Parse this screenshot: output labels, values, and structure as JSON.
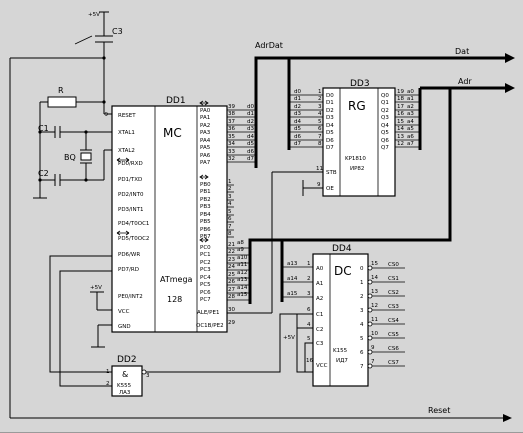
{
  "supplies": {
    "vcc_top": "+5V",
    "vcc_dd1": "+5V",
    "vcc_dd4": "+5V"
  },
  "passives": {
    "c3": "C3",
    "r": "R",
    "c1": "C1",
    "c2": "C2",
    "bq": "BQ"
  },
  "buses": {
    "adrdat": "AdrDat",
    "dat": "Dat",
    "adr": "Adr",
    "reset": "Reset"
  },
  "dd1": {
    "ref": "DD1",
    "func": "MC",
    "part1": "ATmega",
    "part2": "128",
    "left_pins": [
      {
        "n": "9",
        "label": "RESET"
      },
      {
        "n": "",
        "label": "XTAL1"
      },
      {
        "n": "",
        "label": "XTAL2"
      },
      {
        "n": "",
        "label": "PD0/RXD"
      },
      {
        "n": "",
        "label": "PD1/TXD"
      },
      {
        "n": "",
        "label": "PD2/INT0"
      },
      {
        "n": "",
        "label": "PD3/INT1"
      },
      {
        "n": "",
        "label": "PD4/T0OC1"
      },
      {
        "n": "",
        "label": "PD5/T0OC2"
      },
      {
        "n": "",
        "label": "PD6/WR"
      },
      {
        "n": "",
        "label": "PD7/RD"
      },
      {
        "n": "",
        "label": "PE0/INT2"
      },
      {
        "n": "",
        "label": "VCC"
      },
      {
        "n": "",
        "label": "GND"
      }
    ],
    "pa_pins": [
      {
        "n": "39",
        "label": "PA0",
        "sig": "d0"
      },
      {
        "n": "38",
        "label": "PA1",
        "sig": "d1"
      },
      {
        "n": "37",
        "label": "PA2",
        "sig": "d2"
      },
      {
        "n": "36",
        "label": "PA3",
        "sig": "d3"
      },
      {
        "n": "35",
        "label": "PA4",
        "sig": "d4"
      },
      {
        "n": "34",
        "label": "PA5",
        "sig": "d5"
      },
      {
        "n": "33",
        "label": "PA6",
        "sig": "d6"
      },
      {
        "n": "32",
        "label": "PA7",
        "sig": "d7"
      }
    ],
    "pb_pins": [
      {
        "n": "1",
        "label": "PB0"
      },
      {
        "n": "2",
        "label": "PB1"
      },
      {
        "n": "3",
        "label": "PB2"
      },
      {
        "n": "4",
        "label": "PB3"
      },
      {
        "n": "5",
        "label": "PB4"
      },
      {
        "n": "6",
        "label": "PB5"
      },
      {
        "n": "7",
        "label": "PB6"
      },
      {
        "n": "8",
        "label": "PB7"
      }
    ],
    "pc_pins": [
      {
        "n": "21",
        "label": "PC0",
        "sig": "a8"
      },
      {
        "n": "22",
        "label": "PC1",
        "sig": "a9"
      },
      {
        "n": "23",
        "label": "PC2",
        "sig": "a10"
      },
      {
        "n": "24",
        "label": "PC3",
        "sig": "a11"
      },
      {
        "n": "25",
        "label": "PC4",
        "sig": "a12"
      },
      {
        "n": "26",
        "label": "PC5",
        "sig": "a13"
      },
      {
        "n": "27",
        "label": "PC6",
        "sig": "a14"
      },
      {
        "n": "28",
        "label": "PC7",
        "sig": "a15"
      }
    ],
    "ale_pin": {
      "n": "30",
      "label": "ALE/PE1"
    },
    "oc1b_pin": {
      "n": "29",
      "label": "OC1B/PE2"
    }
  },
  "dd3": {
    "ref": "DD3",
    "func": "RG",
    "part1": "KP1810",
    "part2": "ИР82",
    "inputs": [
      "d0",
      "d1",
      "d2",
      "d3",
      "d4",
      "d5",
      "d6",
      "d7"
    ],
    "d_labels": [
      "D0",
      "D1",
      "D2",
      "D3",
      "D4",
      "D5",
      "D6",
      "D7"
    ],
    "q_labels": [
      "Q0",
      "Q1",
      "Q2",
      "Q3",
      "Q4",
      "Q5",
      "Q6",
      "Q7"
    ],
    "in_pins": [
      "1",
      "2",
      "3",
      "4",
      "5",
      "6",
      "7",
      "8"
    ],
    "out_pins": [
      "19",
      "18",
      "17",
      "16",
      "15",
      "14",
      "13",
      "12"
    ],
    "outputs": [
      "a0",
      "a1",
      "a2",
      "a3",
      "a4",
      "a5",
      "a6",
      "a7"
    ],
    "stb_label": "STB",
    "stb_pin": "11",
    "oe_label": "OE",
    "oe_pin": "9"
  },
  "dd4": {
    "ref": "DD4",
    "func": "DC",
    "part1": "K155",
    "part2": "ИД7",
    "a_labels": [
      "A0",
      "A1",
      "A2"
    ],
    "a_pins": [
      "1",
      "2",
      "3"
    ],
    "a_signals": [
      "a13",
      "a14",
      "a15"
    ],
    "c_labels": [
      "C1",
      "C2",
      "C3"
    ],
    "c_pins": [
      "6",
      "4",
      "5"
    ],
    "vcc_label": "VCC",
    "vcc_pin": "16",
    "out_labels": [
      "0",
      "1",
      "2",
      "3",
      "4",
      "5",
      "6",
      "7"
    ],
    "out_pins": [
      "15",
      "14",
      "13",
      "12",
      "11",
      "10",
      "9",
      "7"
    ],
    "outputs": [
      "CS0",
      "CS1",
      "CS2",
      "CS3",
      "CS4",
      "CS5",
      "CS6",
      "CS7"
    ]
  },
  "dd2": {
    "ref": "DD2",
    "func": "&",
    "part1": "K555",
    "part2": "ЛА3",
    "pin_a": "1",
    "pin_b": "2",
    "pin_y": "3"
  }
}
